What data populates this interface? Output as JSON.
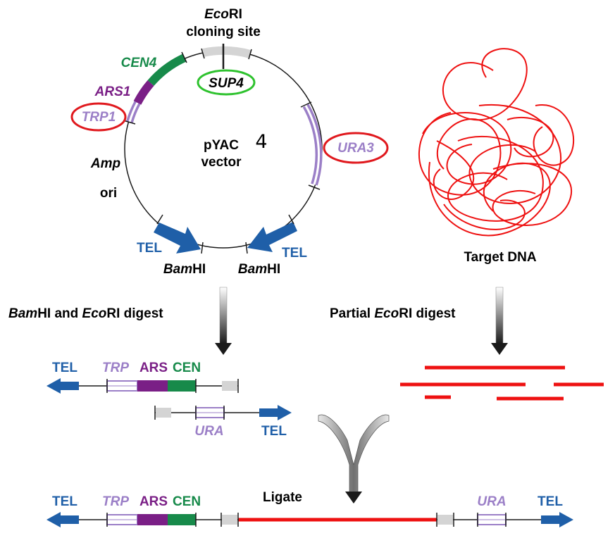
{
  "colors": {
    "tel": "#1f5fa8",
    "trp": "#9b7fc7",
    "ars": "#7a1f86",
    "cen": "#178a4a",
    "ura": "#9b7fc7",
    "target_dna": "#ee1111",
    "highlight_red": "#e0191e",
    "highlight_green": "#2ec22e",
    "stub": "#d4d4d4"
  },
  "plasmid": {
    "ecori_prefix": "Eco",
    "ecori_suffix": "RI",
    "cloning_site": "cloning site",
    "sup4": "SUP4",
    "cen4": "CEN4",
    "ars1": "ARS1",
    "trp1": "TRP1",
    "amp": "Amp",
    "ori": "ori",
    "name_line1": "pYAC",
    "name_number": "4",
    "name_line2": "vector",
    "ura3": "URA3",
    "tel_left": "TEL",
    "tel_right": "TEL",
    "bamhi_prefix": "Bam",
    "bamhi_suffix": "HI"
  },
  "target": {
    "label": "Target DNA"
  },
  "steps": {
    "digest1_bam": "Bam",
    "digest1_mid": "HI and ",
    "digest1_eco": "Eco",
    "digest1_end": "RI digest",
    "digest2_start": "Partial ",
    "digest2_eco": "Eco",
    "digest2_end": "RI digest",
    "ligate": "Ligate"
  },
  "fragments": {
    "tel": "TEL",
    "trp": "TRP",
    "ars": "ARS",
    "cen": "CEN",
    "ura": "URA"
  }
}
